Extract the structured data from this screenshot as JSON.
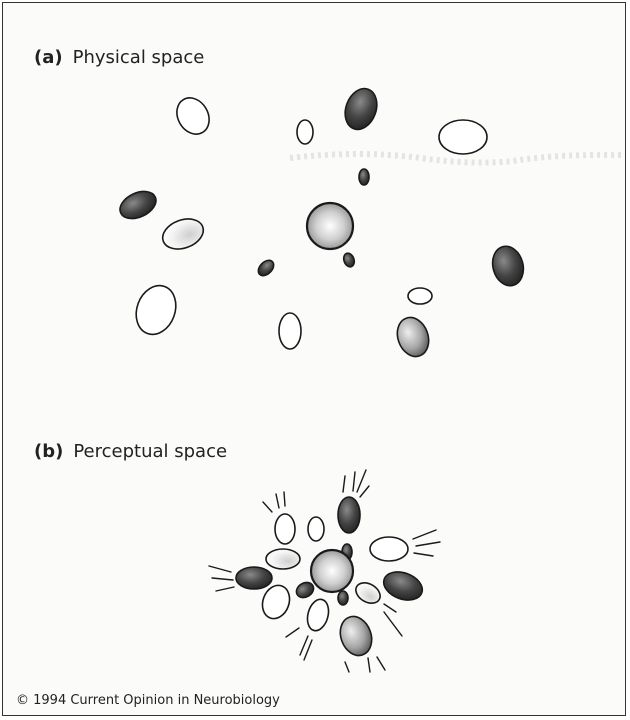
{
  "panels": {
    "a": {
      "letter": "(a)",
      "title": "Physical space"
    },
    "b": {
      "letter": "(b)",
      "title": "Perceptual space"
    }
  },
  "copyright": "© 1994 Current Opinion in Neurobiology",
  "colors": {
    "outline": "#1a1a1a",
    "dark_fill": "#3a3a3a",
    "center_fill": "#c8c8c8",
    "white_fill": "#ffffff"
  }
}
